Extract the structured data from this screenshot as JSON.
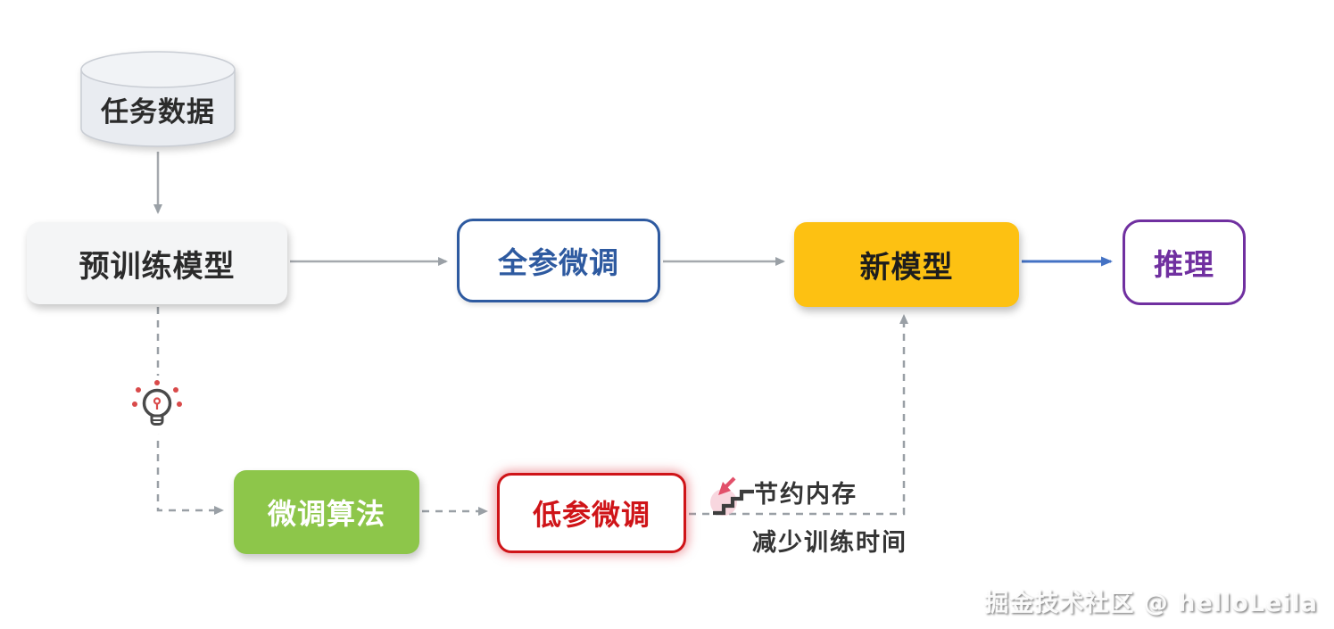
{
  "diagram": {
    "nodes": {
      "task_data": {
        "label": "任务数据"
      },
      "pretrained_model": {
        "label": "预训练模型"
      },
      "full_param_finetune": {
        "label": "全参微调"
      },
      "new_model": {
        "label": "新模型"
      },
      "inference": {
        "label": "推理"
      },
      "finetune_algorithm": {
        "label": "微调算法"
      },
      "low_param_finetune": {
        "label": "低参微调"
      }
    },
    "annotations": {
      "save_memory": "节约内存",
      "reduce_training_time": "减少训练时间"
    },
    "icons": {
      "lightbulb": "lightbulb-idea-icon",
      "stairs": "stairs-decrease-icon"
    },
    "watermark": "掘金技术社区 @ helloLeila",
    "colors": {
      "node-gray-fill": "#f4f5f6",
      "cylinder-fill": "#e9ecf1",
      "cylinder-top-fill": "#f1f3f6",
      "cylinder-stroke": "#c9cdd4",
      "blue": "#2e5aa0",
      "blue-arrow": "#4472c4",
      "yellow": "#fdc112",
      "purple": "#7030a0",
      "green": "#8dc64a",
      "red": "#cf1418",
      "gray-line": "#a5a9ae",
      "dash-line": "#9aa0a6",
      "text-dark": "#2b2b2b"
    }
  }
}
